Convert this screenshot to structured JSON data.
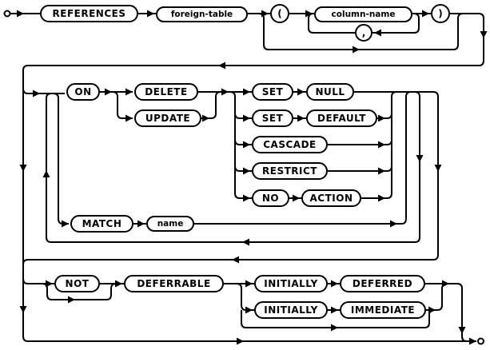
{
  "diagram": {
    "kind": "railroad-syntax-diagram",
    "colors": {
      "line": "#000000",
      "background": "#ffffff",
      "node_border": "#000000",
      "text": "#000000"
    },
    "nodes": [
      {
        "id": "references",
        "label": "REFERENCES",
        "kind": "keyword"
      },
      {
        "id": "foreign-table",
        "label": "foreign-table",
        "kind": "identifier"
      },
      {
        "id": "open-paren",
        "label": "(",
        "kind": "punct"
      },
      {
        "id": "column-name",
        "label": "column-name",
        "kind": "identifier"
      },
      {
        "id": "comma",
        "label": ",",
        "kind": "punct"
      },
      {
        "id": "close-paren",
        "label": ")",
        "kind": "punct"
      },
      {
        "id": "on",
        "label": "ON",
        "kind": "keyword"
      },
      {
        "id": "delete",
        "label": "DELETE",
        "kind": "keyword"
      },
      {
        "id": "update",
        "label": "UPDATE",
        "kind": "keyword"
      },
      {
        "id": "set-1",
        "label": "SET",
        "kind": "keyword"
      },
      {
        "id": "null",
        "label": "NULL",
        "kind": "keyword"
      },
      {
        "id": "set-2",
        "label": "SET",
        "kind": "keyword"
      },
      {
        "id": "default",
        "label": "DEFAULT",
        "kind": "keyword"
      },
      {
        "id": "cascade",
        "label": "CASCADE",
        "kind": "keyword"
      },
      {
        "id": "restrict",
        "label": "RESTRICT",
        "kind": "keyword"
      },
      {
        "id": "no",
        "label": "NO",
        "kind": "keyword"
      },
      {
        "id": "action",
        "label": "ACTION",
        "kind": "keyword"
      },
      {
        "id": "match",
        "label": "MATCH",
        "kind": "keyword"
      },
      {
        "id": "name",
        "label": "name",
        "kind": "identifier"
      },
      {
        "id": "not",
        "label": "NOT",
        "kind": "keyword"
      },
      {
        "id": "deferrable",
        "label": "DEFERRABLE",
        "kind": "keyword"
      },
      {
        "id": "initially-1",
        "label": "INITIALLY",
        "kind": "keyword"
      },
      {
        "id": "deferred",
        "label": "DEFERRED",
        "kind": "keyword"
      },
      {
        "id": "initially-2",
        "label": "INITIALLY",
        "kind": "keyword"
      },
      {
        "id": "immediate",
        "label": "IMMEDIATE",
        "kind": "keyword"
      }
    ]
  }
}
